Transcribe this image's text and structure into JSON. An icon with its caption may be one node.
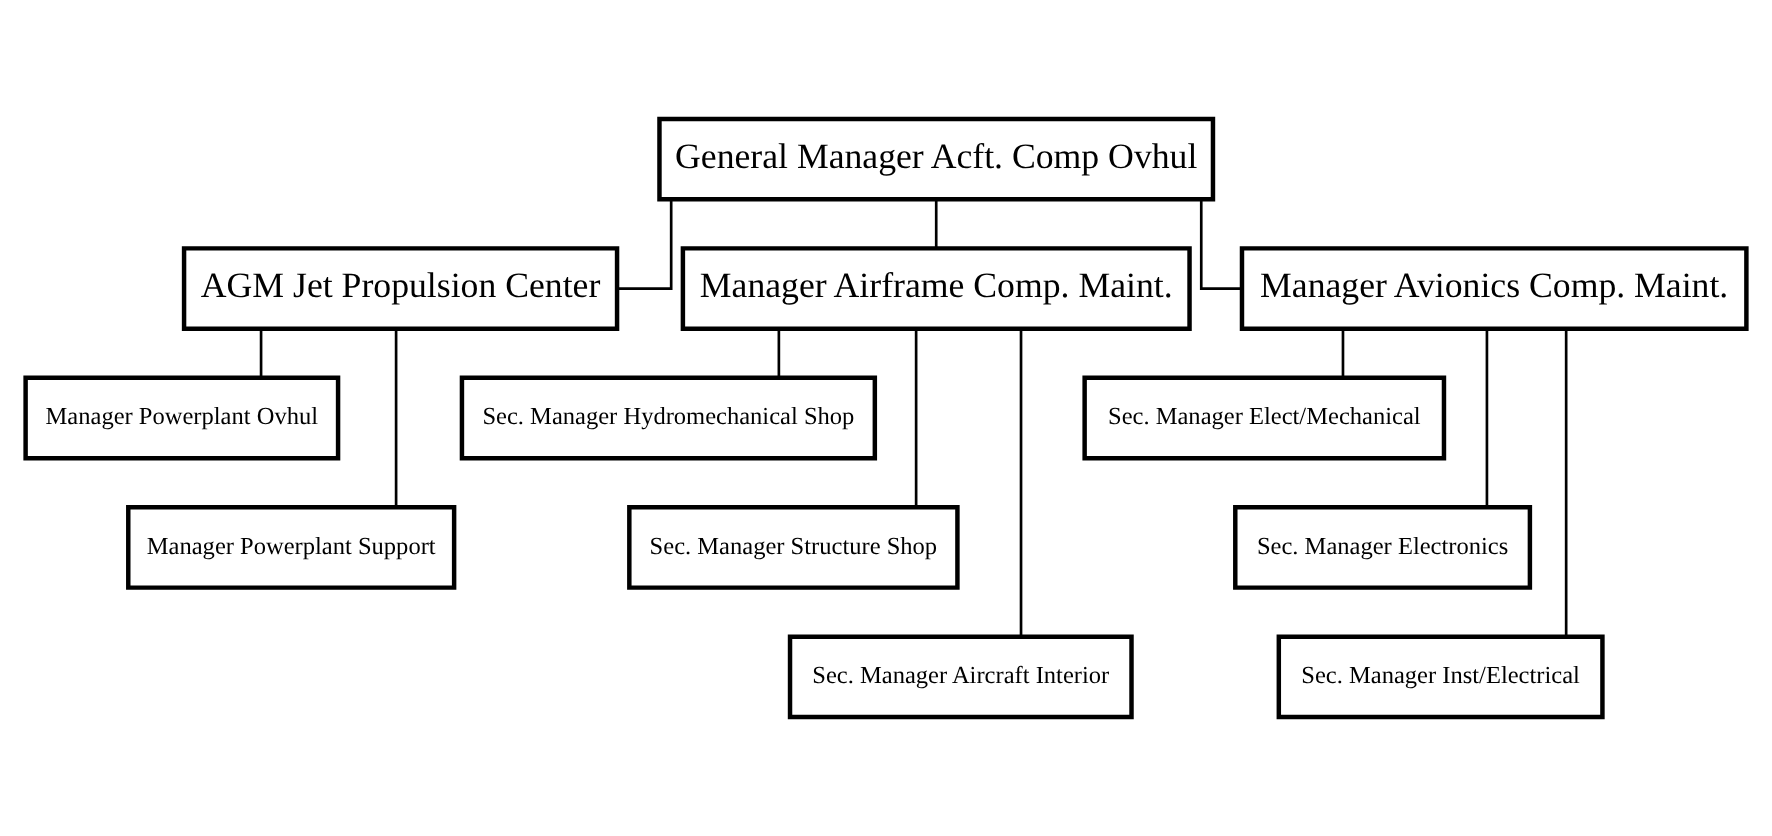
{
  "diagram": {
    "nodes": [
      {
        "text": [
          "General Manager Acft. Comp Ovhul"
        ]
      },
      {
        "text": [
          "AGM Jet Propulsion Center"
        ]
      },
      {
        "text": [
          "Manager Airframe Comp. Maint."
        ]
      },
      {
        "text": [
          "Manager Avionics Comp. Maint."
        ]
      },
      {
        "text": [
          "Manager Powerplant Ovhul"
        ]
      },
      {
        "text": [
          "Manager Powerplant Support"
        ]
      },
      {
        "text": [
          "Sec. Manager Hydromechanical Shop"
        ]
      },
      {
        "text": [
          "Sec. Manager Structure Shop"
        ]
      },
      {
        "text": [
          "Sec. Manager Aircraft Interior"
        ]
      },
      {
        "text": [
          "Sec. Manager Elect/Mechanical"
        ]
      },
      {
        "text": [
          "Sec. Manager Electronics"
        ]
      },
      {
        "text": [
          "Sec. Manager Inst/Electrical"
        ]
      }
    ],
    "edges": [
      {
        "from": 0,
        "to": 1,
        "arrow": "none"
      },
      {
        "from": 0,
        "to": 2,
        "arrow": "none"
      },
      {
        "from": 0,
        "to": 3,
        "arrow": "none"
      },
      {
        "from": 1,
        "to": 4,
        "arrow": "none"
      },
      {
        "from": 1,
        "to": 5,
        "arrow": "none"
      },
      {
        "from": 2,
        "to": 6,
        "arrow": "none"
      },
      {
        "from": 2,
        "to": 7,
        "arrow": "none"
      },
      {
        "from": 2,
        "to": 8,
        "arrow": "none"
      },
      {
        "from": 3,
        "to": 9,
        "arrow": "none"
      },
      {
        "from": 3,
        "to": 10,
        "arrow": "none"
      },
      {
        "from": 3,
        "to": 11,
        "arrow": "none"
      }
    ]
  }
}
